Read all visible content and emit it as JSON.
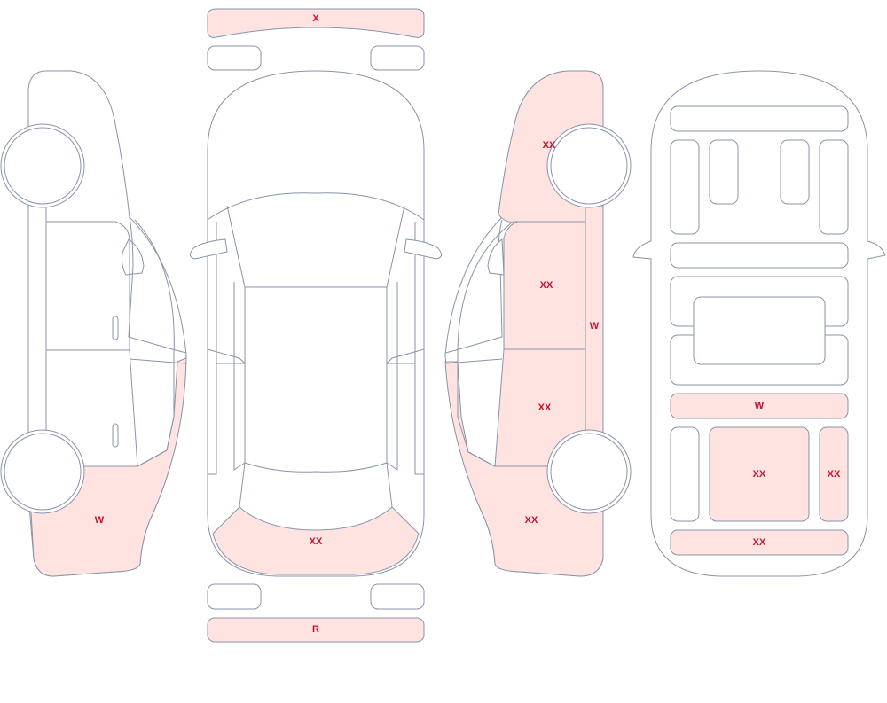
{
  "colors": {
    "marked_fill": "#ffe3e1",
    "outline": "#8a93a8",
    "label": "#c8102e"
  },
  "top_view": {
    "front_bumper_label": "X",
    "hood_label": "XX",
    "rear_bumper_label": "R"
  },
  "left_side": {
    "rear_quarter_label": "W"
  },
  "right_side": {
    "front_fender_label": "XX",
    "front_door_label": "XX",
    "rear_door_label": "XX",
    "rocker_label": "W",
    "rear_quarter_label": "XX"
  },
  "interior": {
    "rear_floor_strip_label": "W",
    "trunk_floor_label": "XX",
    "trunk_side_label": "XX",
    "rear_panel_label": "XX"
  }
}
